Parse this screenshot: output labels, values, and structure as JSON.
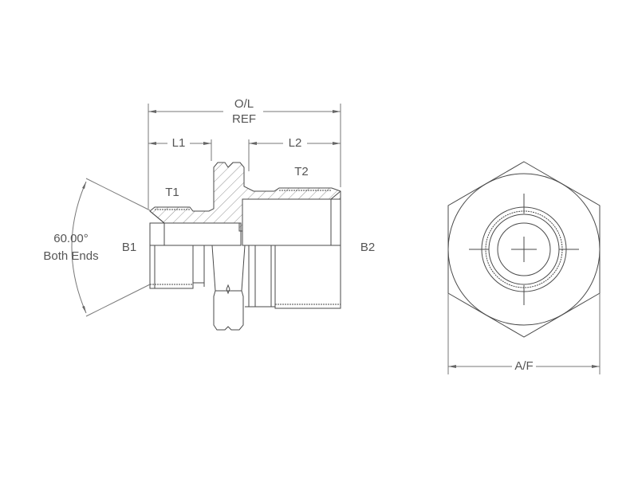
{
  "drawing": {
    "side_view": {
      "overall_length_label": "O/L",
      "overall_length_sub": "REF",
      "length_1_label": "L1",
      "length_2_label": "L2",
      "thread_1_label": "T1",
      "thread_2_label": "T2",
      "bore_1_label": "B1",
      "bore_2_label": "B2",
      "angle_value": "60.00°",
      "angle_note": "Both Ends"
    },
    "end_view": {
      "across_flats_label": "A/F"
    },
    "colors": {
      "line": "#4a4a4a",
      "dim_line": "#6a6a6a",
      "text": "#555555",
      "background": "#ffffff"
    }
  }
}
